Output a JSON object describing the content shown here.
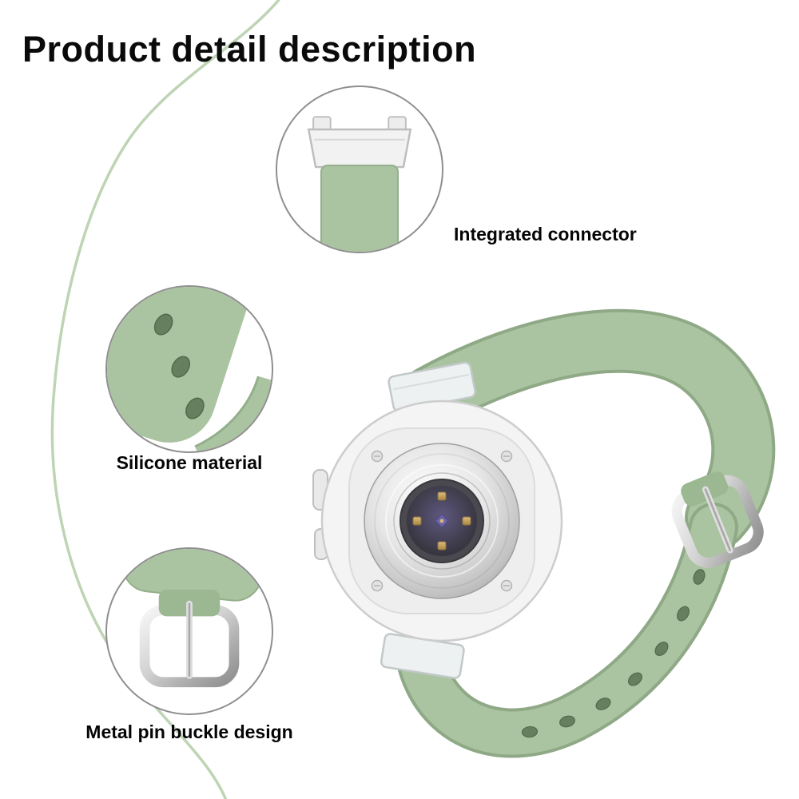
{
  "page": {
    "title": "Product detail description"
  },
  "callouts": [
    {
      "id": "integrated-connector",
      "label": "Integrated connector",
      "icon": "connector-clip-photo"
    },
    {
      "id": "silicone-material",
      "label": "Silicone material",
      "icon": "silicone-band-holes-photo"
    },
    {
      "id": "metal-pin-buckle",
      "label": "Metal pin buckle design",
      "icon": "metal-pin-buckle-photo"
    }
  ],
  "product": {
    "name": "green silicone watch band on smartwatch (back view)",
    "band_color": "#aac3a1",
    "band_edge_color": "#8fa987",
    "hole_color": "#64805e",
    "decorative_curve_color": "#bed4b4",
    "metal_color": "#d9d9d9",
    "sensor_color": "#45415a",
    "text_color": "#0a0a0a"
  }
}
